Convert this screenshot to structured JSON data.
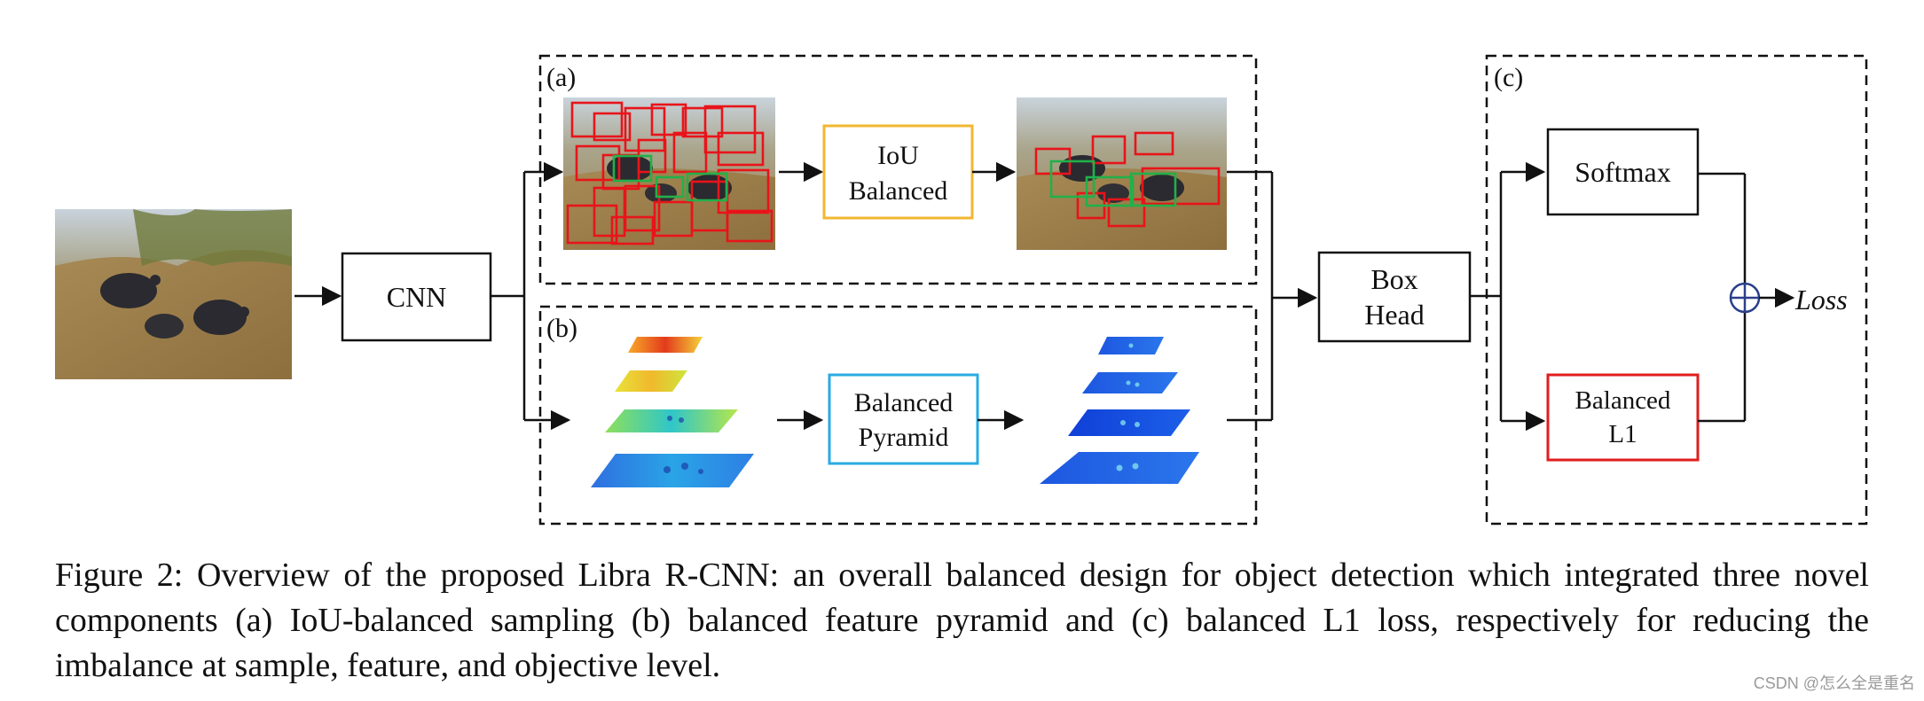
{
  "panels": {
    "a_label": "(a)",
    "b_label": "(b)",
    "c_label": "(c)"
  },
  "boxes": {
    "cnn": "CNN",
    "iou_line1": "IoU",
    "iou_line2": "Balanced",
    "pyramid_line1": "Balanced",
    "pyramid_line2": "Pyramid",
    "boxhead_line1": "Box",
    "boxhead_line2": "Head",
    "softmax": "Softmax",
    "l1_line1": "Balanced",
    "l1_line2": "L1",
    "loss": "Loss"
  },
  "colors": {
    "iou_border": "#f2b731",
    "pyramid_border": "#29abe2",
    "l1_border": "#e11d1d",
    "proposal_red": "#e8141a",
    "proposal_green": "#22b04a",
    "sum_symbol": "#2b3f8a"
  },
  "caption": "Figure 2: Overview of the proposed Libra R-CNN: an overall balanced design for object detection which integrated three novel components (a) IoU-balanced sampling (b) balanced feature pyramid and (c) balanced L1 loss, respectively for reducing the imbalance at sample, feature, and objective level.",
  "watermark": "CSDN @怎么全是重名"
}
